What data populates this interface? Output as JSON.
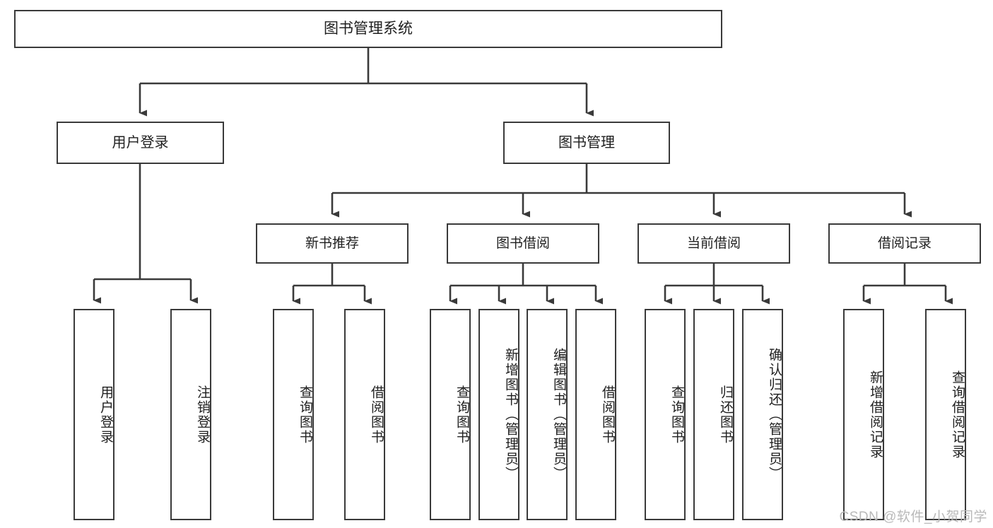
{
  "diagram": {
    "title": "图书管理系统",
    "type": "tree-hierarchy-chart",
    "watermark": "CSDN @软件_小贺同学",
    "colors": {
      "box_border": "#3a3a3a",
      "box_fill": "#ffffff",
      "connector": "#3a3a3a",
      "text": "#202020",
      "watermark": "#b9b9b9",
      "background": "#ffffff"
    }
  },
  "root": {
    "label": "图书管理系统"
  },
  "level2": [
    {
      "label": "用户登录"
    },
    {
      "label": "图书管理"
    }
  ],
  "level3": [
    {
      "label": "新书推荐"
    },
    {
      "label": "图书借阅"
    },
    {
      "label": "当前借阅"
    },
    {
      "label": "借阅记录"
    }
  ],
  "leaves": {
    "user_login": [
      {
        "label": "用户登录"
      },
      {
        "label": "注销登录"
      }
    ],
    "new_book_recommend": [
      {
        "label": "查询图书"
      },
      {
        "label": "借阅图书"
      }
    ],
    "book_borrow": [
      {
        "label": "查询图书"
      },
      {
        "label": "新增图书（管理员）"
      },
      {
        "label": "编辑图书（管理员）"
      },
      {
        "label": "借阅图书"
      }
    ],
    "current_borrow": [
      {
        "label": "查询图书"
      },
      {
        "label": "归还图书"
      },
      {
        "label": "确认归还（管理员）"
      }
    ],
    "borrow_record": [
      {
        "label": "新增借阅记录"
      },
      {
        "label": "查询借阅记录"
      }
    ]
  }
}
